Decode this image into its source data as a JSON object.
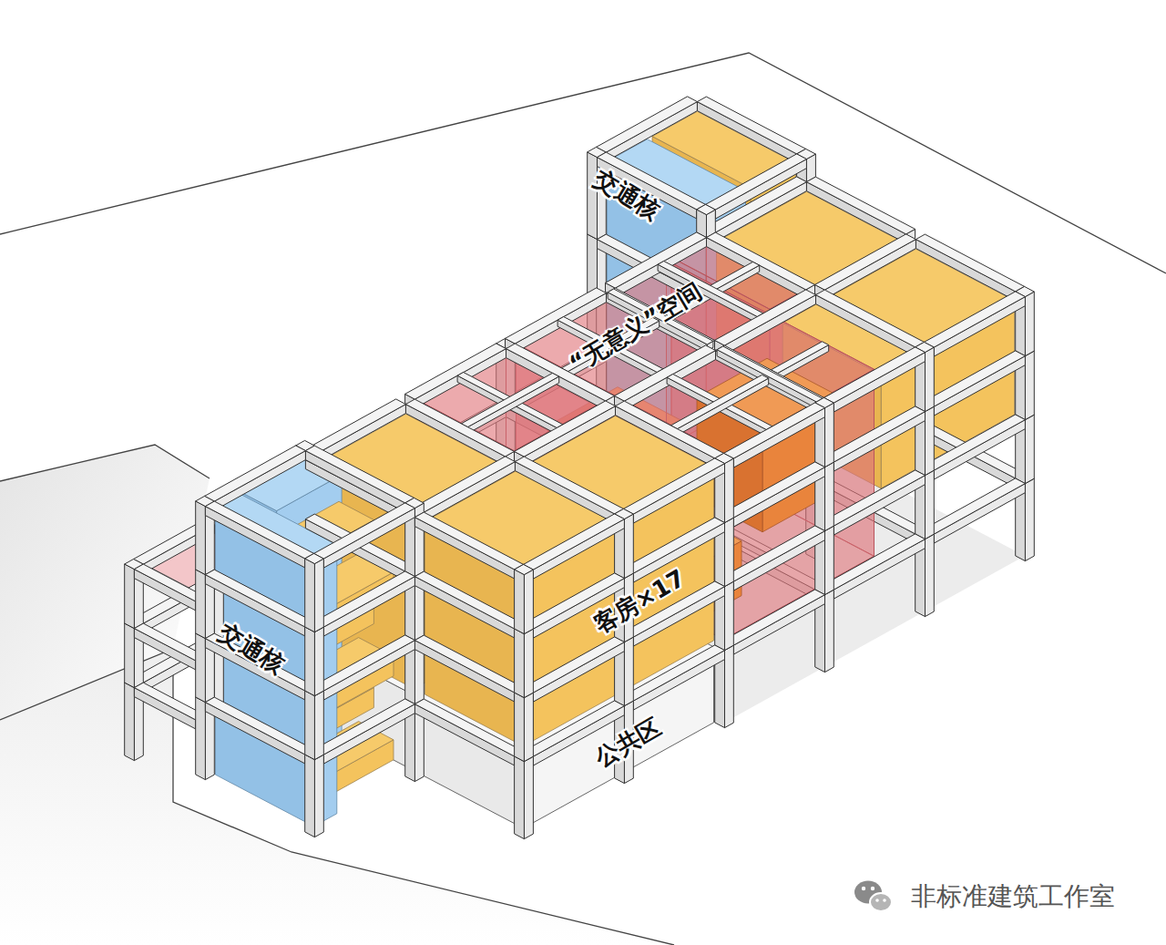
{
  "diagram": {
    "labels": [
      "交通核",
      "“无意义”空间",
      "交通核",
      "客房×17",
      "公共区",
      "非标准建筑工作室"
    ]
  }
}
